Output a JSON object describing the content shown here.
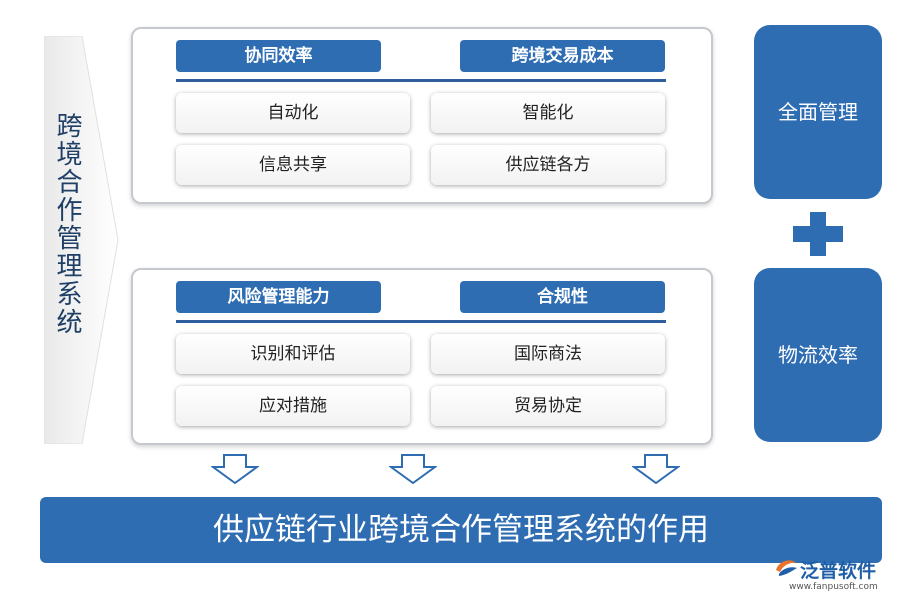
{
  "left_title": "跨境合作管理系统",
  "top_panel": {
    "headers": [
      "协同效率",
      "跨境交易成本"
    ],
    "cells": [
      "自动化",
      "智能化",
      "信息共享",
      "供应链各方"
    ]
  },
  "bottom_panel": {
    "headers": [
      "风险管理能力",
      "合规性"
    ],
    "cells": [
      "识别和评估",
      "国际商法",
      "应对措施",
      "贸易协定"
    ]
  },
  "right": {
    "top_label": "全面管理",
    "bottom_label": "物流效率"
  },
  "banner": "供应链行业跨境合作管理系统的作用",
  "logo": {
    "name": "泛普软件",
    "url": "www.fanpusoft.com"
  },
  "colors": {
    "primary": "#2f6db3",
    "rule": "#2f5e9e",
    "panel_border": "#c5c9cf"
  }
}
